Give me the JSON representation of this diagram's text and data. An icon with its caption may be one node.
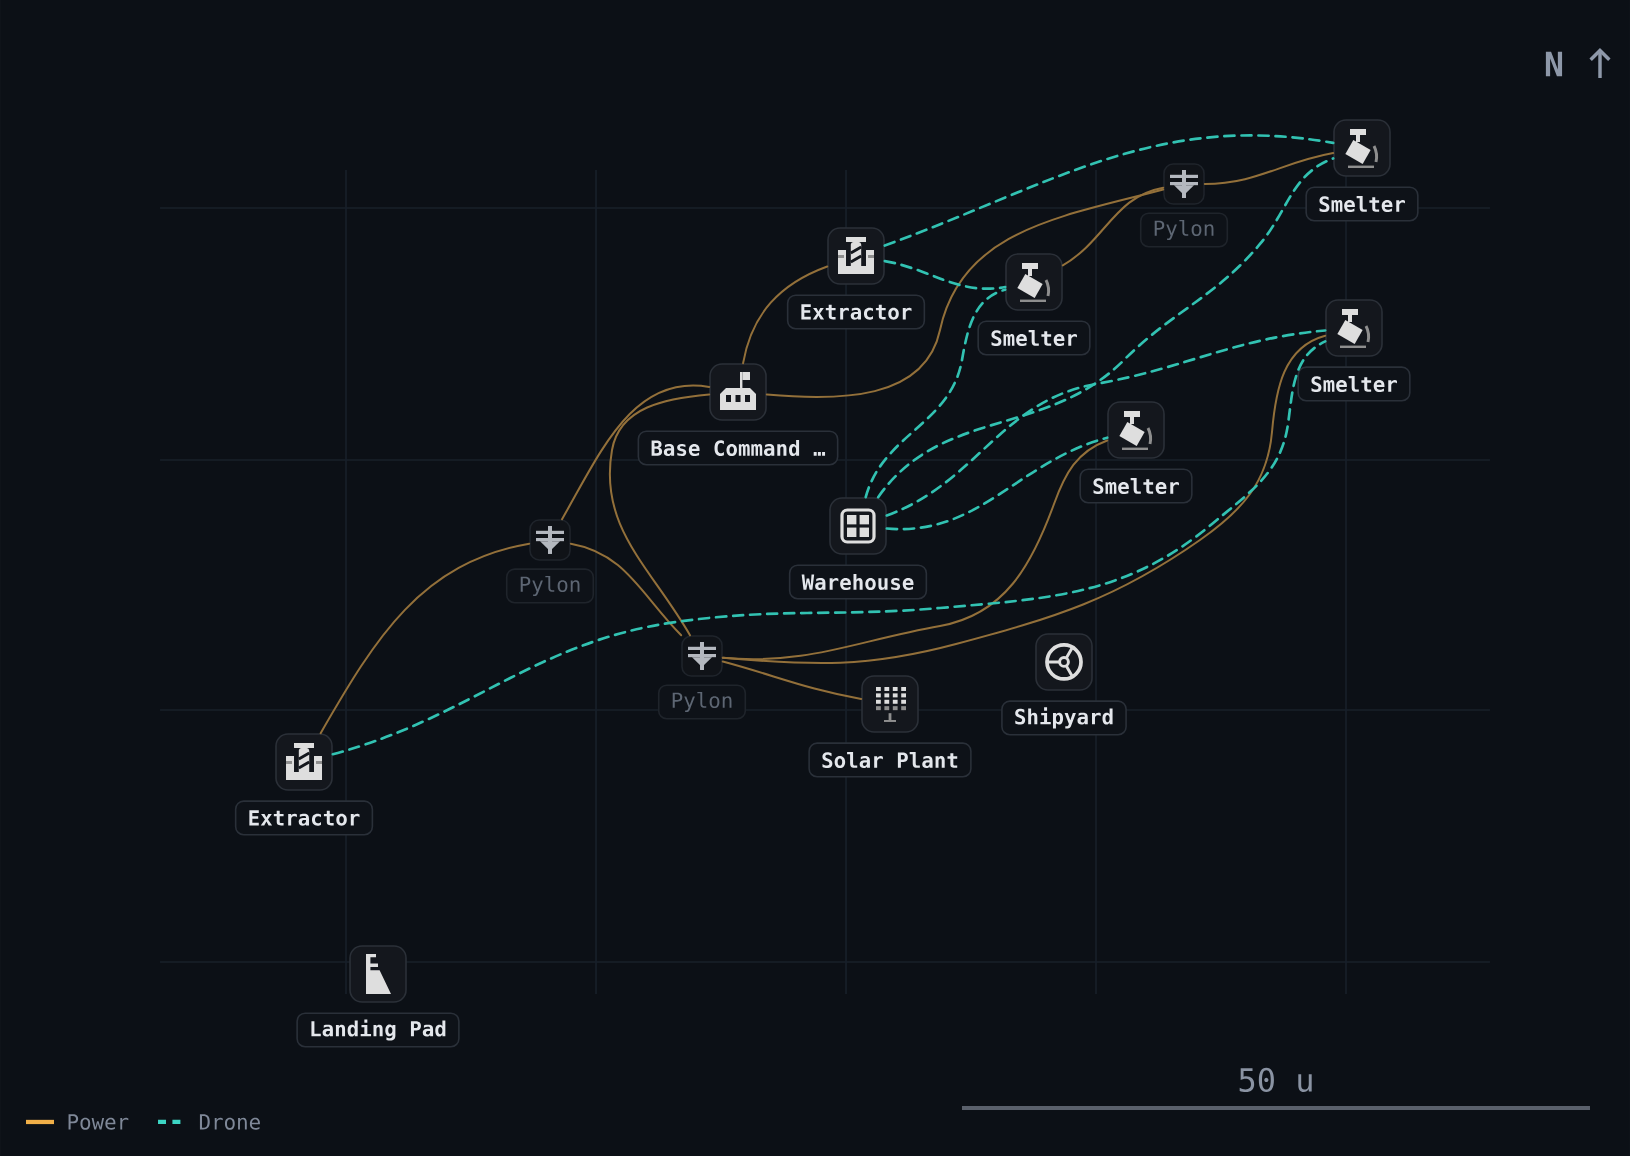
{
  "diagram": {
    "nodes": [
      {
        "text": [
          "Smelter"
        ]
      },
      {
        "text": [
          "Pylon"
        ]
      },
      {
        "text": [
          "Extractor"
        ]
      },
      {
        "text": [
          "Smelter"
        ]
      },
      {
        "text": [
          "Smelter"
        ]
      },
      {
        "text": [
          "Base Command …"
        ]
      },
      {
        "text": [
          "Smelter"
        ]
      },
      {
        "text": [
          "Warehouse"
        ]
      },
      {
        "text": [
          "Pylon"
        ]
      },
      {
        "text": [
          "Pylon"
        ]
      },
      {
        "text": [
          "Shipyard"
        ]
      },
      {
        "text": [
          "Solar Plant"
        ]
      },
      {
        "text": [
          "Extractor"
        ]
      },
      {
        "text": [
          "Landing Pad"
        ]
      }
    ],
    "edges": [
      {
        "from": 5,
        "to": 2,
        "arrow": "none"
      },
      {
        "from": 5,
        "to": 1,
        "arrow": "none"
      },
      {
        "from": 1,
        "to": 0,
        "arrow": "none"
      },
      {
        "from": 1,
        "to": 3,
        "arrow": "none"
      },
      {
        "from": 12,
        "to": 8,
        "arrow": "none"
      },
      {
        "from": 8,
        "to": 5,
        "arrow": "none"
      },
      {
        "from": 8,
        "to": 9,
        "arrow": "none"
      },
      {
        "from": 9,
        "to": 5,
        "arrow": "none"
      },
      {
        "from": 9,
        "to": 11,
        "arrow": "none"
      },
      {
        "from": 9,
        "to": 6,
        "arrow": "none"
      },
      {
        "from": 9,
        "to": 4,
        "arrow": "none"
      },
      {
        "from": 2,
        "to": 3,
        "arrow": "none",
        "style": "dashed",
        "color": "#32c2b2"
      },
      {
        "from": 2,
        "to": 0,
        "arrow": "none",
        "style": "dashed",
        "color": "#32c2b2"
      },
      {
        "from": 7,
        "to": 3,
        "arrow": "none",
        "style": "dashed",
        "color": "#32c2b2"
      },
      {
        "from": 7,
        "to": 0,
        "arrow": "none",
        "style": "dashed",
        "color": "#32c2b2"
      },
      {
        "from": 7,
        "to": 6,
        "arrow": "none",
        "style": "dashed",
        "color": "#32c2b2"
      },
      {
        "from": 7,
        "to": 4,
        "arrow": "none",
        "style": "dashed",
        "color": "#32c2b2"
      },
      {
        "from": 12,
        "to": 4,
        "arrow": "none",
        "style": "dashed",
        "color": "#32c2b2"
      }
    ],
    "labels": [
      "N",
      "50 u"
    ],
    "legend": [
      {
        "text": "Power"
      },
      {
        "text": "Drone"
      }
    ]
  }
}
